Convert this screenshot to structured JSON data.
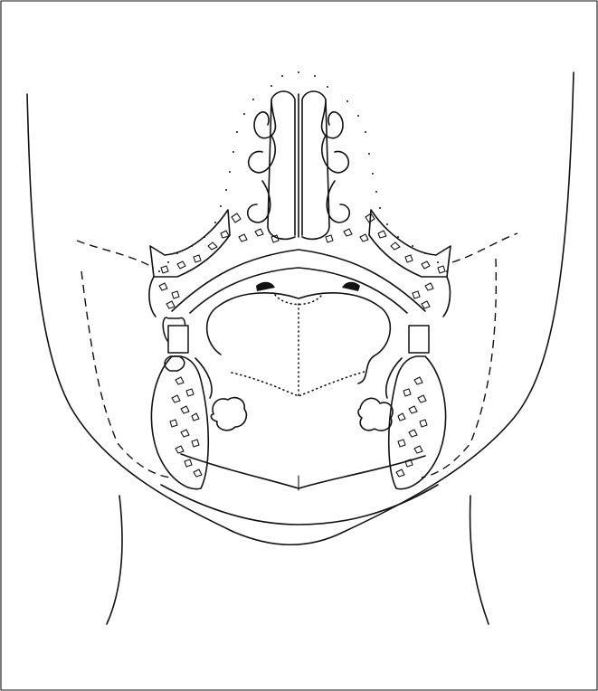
{
  "figure": {
    "type": "anatomical line drawing",
    "view": "coronal section",
    "style": "black ink on white",
    "colors": {
      "ink": "#111111",
      "background": "#ffffff"
    },
    "parts": [
      "nasal-cavity-conchae",
      "maxillary-bone",
      "palate",
      "tongue",
      "teeth",
      "mandible",
      "glands",
      "cheek-outline",
      "neck"
    ]
  }
}
